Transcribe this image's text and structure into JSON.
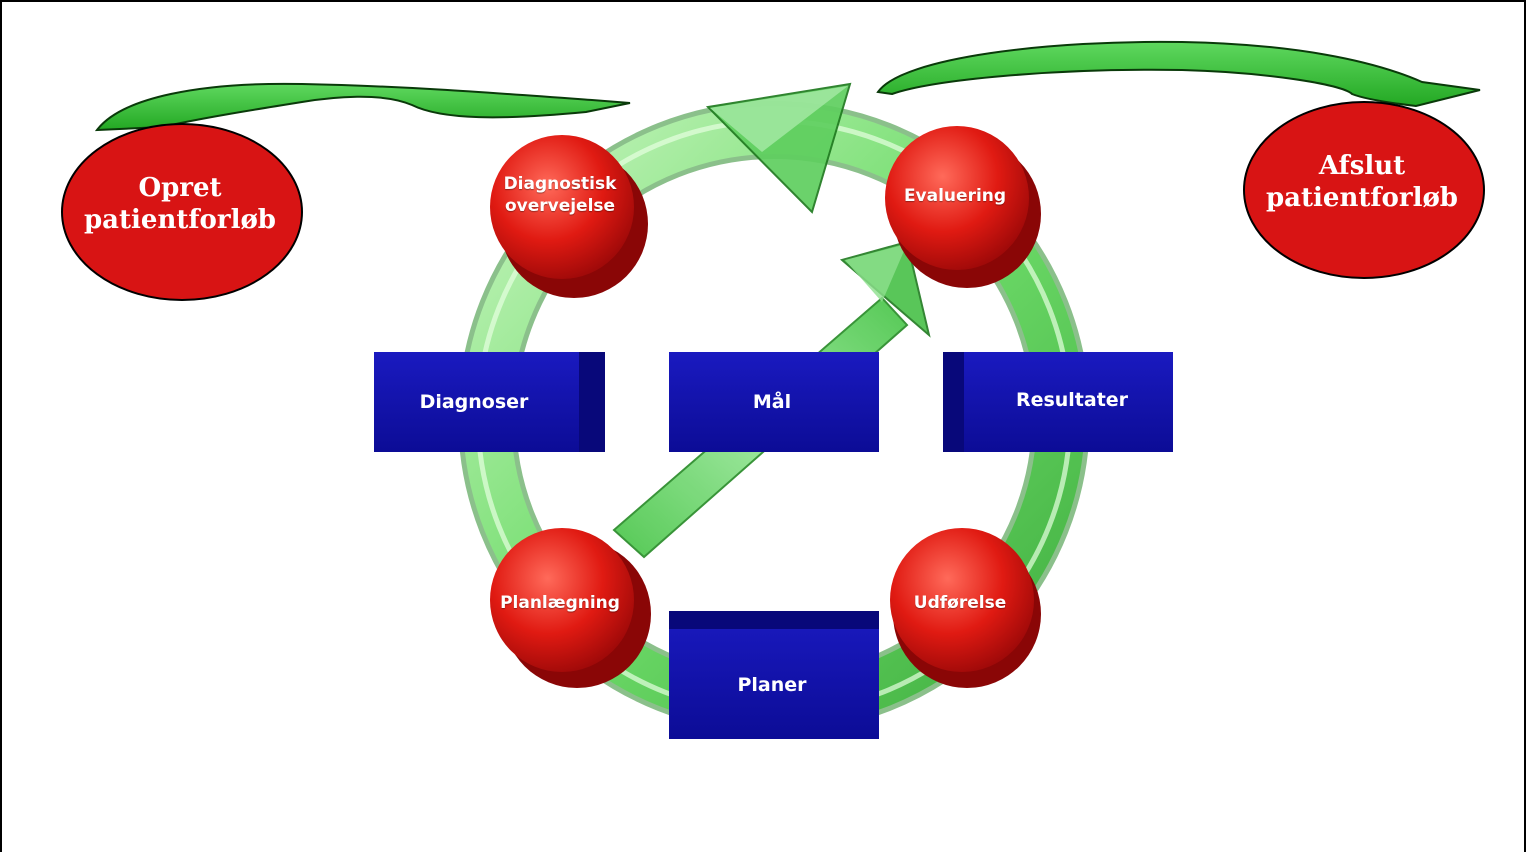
{
  "left_oval": {
    "line1": "Opret",
    "line2": "patientforløb"
  },
  "right_oval": {
    "line1": "Afslut",
    "line2": "patientforløb"
  },
  "nodes": {
    "diagnostisk": {
      "line1": "Diagnostisk",
      "line2": "overvejelse"
    },
    "evaluering": "Evaluering",
    "planlaegning": "Planlægning",
    "udforelse": "Udførelse"
  },
  "boxes": {
    "diagnoser": "Diagnoser",
    "maal": "Mål",
    "resultater": "Resultater",
    "planer": "Planer"
  },
  "colors": {
    "cycle_green": "#6ee06e",
    "node_red": "#d41818",
    "box_blue": "#1414a8",
    "oval_red": "#d81414"
  }
}
